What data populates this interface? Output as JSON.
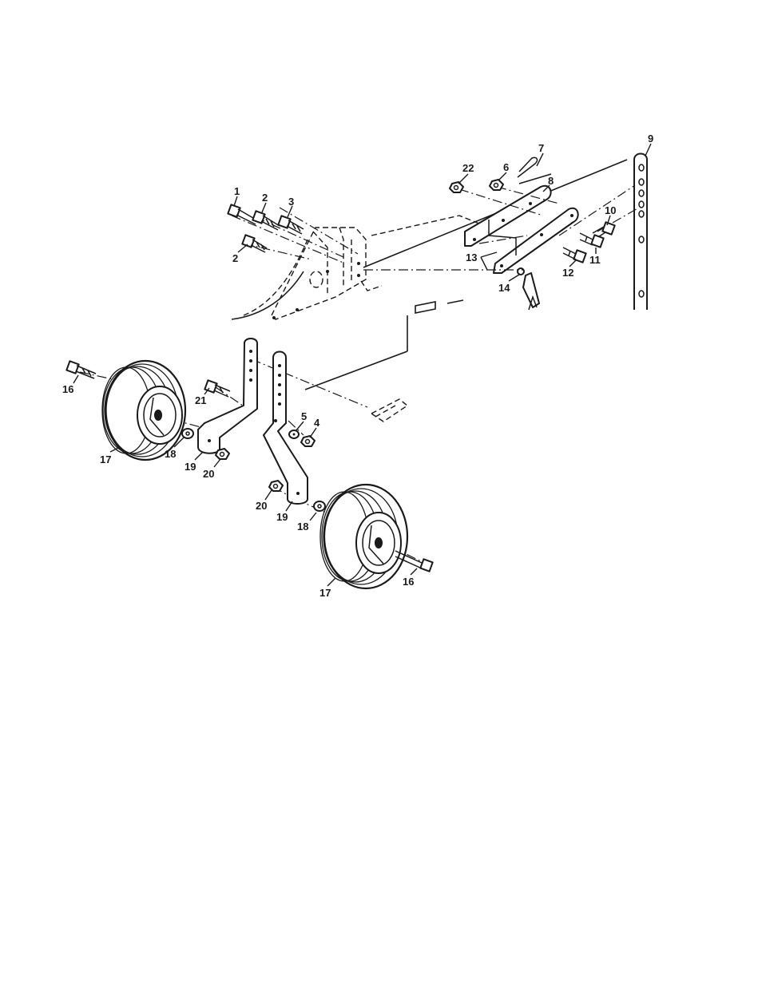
{
  "callouts": [
    {
      "id": "c1",
      "text": "1"
    },
    {
      "id": "c2a",
      "text": "2"
    },
    {
      "id": "c3",
      "text": "3"
    },
    {
      "id": "c2b",
      "text": "2"
    },
    {
      "id": "c22",
      "text": "22"
    },
    {
      "id": "c6",
      "text": "6"
    },
    {
      "id": "c7",
      "text": "7"
    },
    {
      "id": "c8",
      "text": "8"
    },
    {
      "id": "c9",
      "text": "9"
    },
    {
      "id": "c10",
      "text": "10"
    },
    {
      "id": "c11",
      "text": "11"
    },
    {
      "id": "c12",
      "text": "12"
    },
    {
      "id": "c13",
      "text": "13"
    },
    {
      "id": "c14",
      "text": "14"
    },
    {
      "id": "c16a",
      "text": "16"
    },
    {
      "id": "c21",
      "text": "21"
    },
    {
      "id": "c5",
      "text": "5"
    },
    {
      "id": "c4",
      "text": "4"
    },
    {
      "id": "c17a",
      "text": "17"
    },
    {
      "id": "c18a",
      "text": "18"
    },
    {
      "id": "c19a",
      "text": "19"
    },
    {
      "id": "c20a",
      "text": "20"
    },
    {
      "id": "c20b",
      "text": "20"
    },
    {
      "id": "c19b",
      "text": "19"
    },
    {
      "id": "c18b",
      "text": "18"
    },
    {
      "id": "c16b",
      "text": "16"
    },
    {
      "id": "c17b",
      "text": "17"
    }
  ]
}
